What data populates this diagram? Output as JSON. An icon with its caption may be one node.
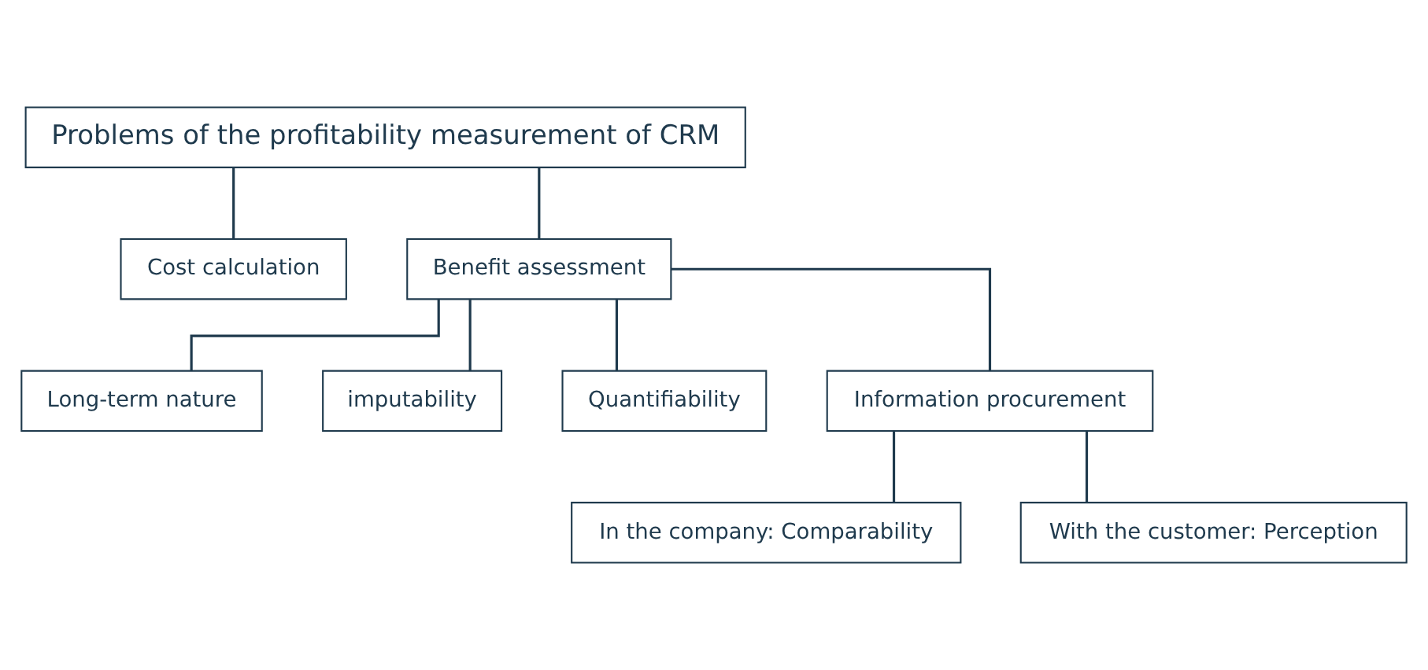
{
  "diagram": {
    "nodes": [
      {
        "text": [
          "Problems of the profitability measurement of CRM"
        ]
      },
      {
        "text": [
          "Cost calculation"
        ]
      },
      {
        "text": [
          "Benefit assessment"
        ]
      },
      {
        "text": [
          "Long-term nature"
        ]
      },
      {
        "text": [
          "imputability"
        ]
      },
      {
        "text": [
          "Quantifiability"
        ]
      },
      {
        "text": [
          "Information procurement"
        ]
      },
      {
        "text": [
          "In the company: Comparability"
        ]
      },
      {
        "text": [
          "With the customer: Perception"
        ]
      }
    ],
    "edges": [
      {
        "from": 0,
        "to": 1,
        "arrow": "none"
      },
      {
        "from": 0,
        "to": 2,
        "arrow": "none"
      },
      {
        "from": 2,
        "to": 3,
        "arrow": "none"
      },
      {
        "from": 2,
        "to": 4,
        "arrow": "none"
      },
      {
        "from": 2,
        "to": 5,
        "arrow": "none"
      },
      {
        "from": 2,
        "to": 6,
        "arrow": "none"
      },
      {
        "from": 6,
        "to": 7,
        "arrow": "none"
      },
      {
        "from": 6,
        "to": 8,
        "arrow": "none"
      }
    ]
  }
}
